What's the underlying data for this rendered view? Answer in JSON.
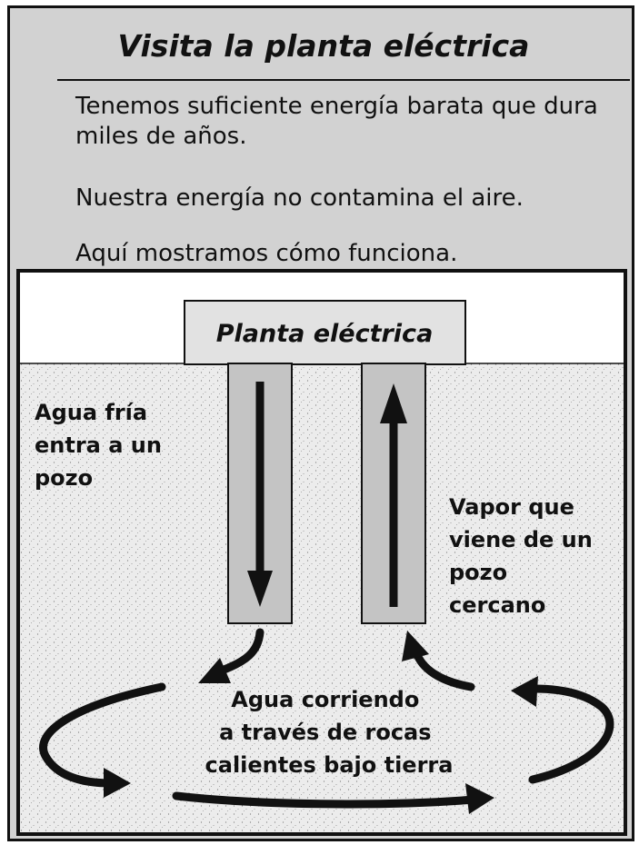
{
  "title": "Visita la planta eléctrica",
  "paragraphs": [
    "Tenemos suficiente energía barata que dura miles de años.",
    "Nuestra energía no contamina el aire.",
    "Aquí mostramos cómo funciona."
  ],
  "diagram": {
    "plant_label": "Planta eléctrica",
    "left_label": [
      "Agua fría",
      "entra a un",
      "pozo"
    ],
    "right_label": [
      "Vapor que",
      "viene de un",
      "pozo",
      "cercano"
    ],
    "bottom_label": [
      "Agua corriendo",
      "a través de rocas",
      "calientes bajo tierra"
    ]
  }
}
